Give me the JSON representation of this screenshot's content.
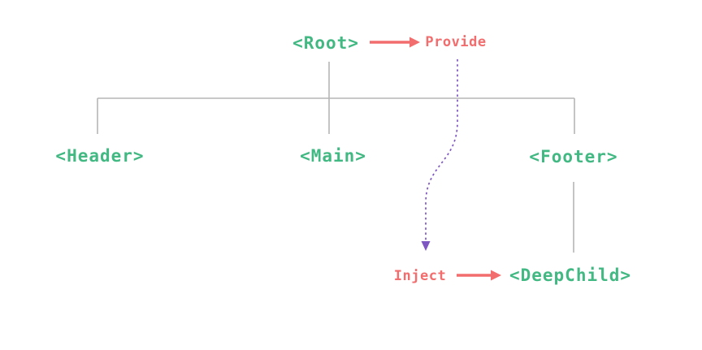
{
  "diagram": {
    "description": "Component tree showing provide/inject data flow from Root to DeepChild",
    "colors": {
      "component": "#42b883",
      "action": "#f26d6d",
      "flow": "#7e57c2",
      "tree_line": "#b5b5b5",
      "background": "#ffffff"
    },
    "nodes": {
      "root": {
        "label": "<Root>"
      },
      "header": {
        "label": "<Header>"
      },
      "main": {
        "label": "<Main>"
      },
      "footer": {
        "label": "<Footer>"
      },
      "deep_child": {
        "label": "<DeepChild>"
      }
    },
    "annotations": {
      "provide": {
        "label": "Provide"
      },
      "inject": {
        "label": "Inject"
      }
    },
    "edges": [
      "Root-Header",
      "Root-Main",
      "Root-Footer",
      "Footer-DeepChild",
      "Root->Provide",
      "Provide~>Inject (dashed flow)",
      "Inject->DeepChild"
    ]
  }
}
